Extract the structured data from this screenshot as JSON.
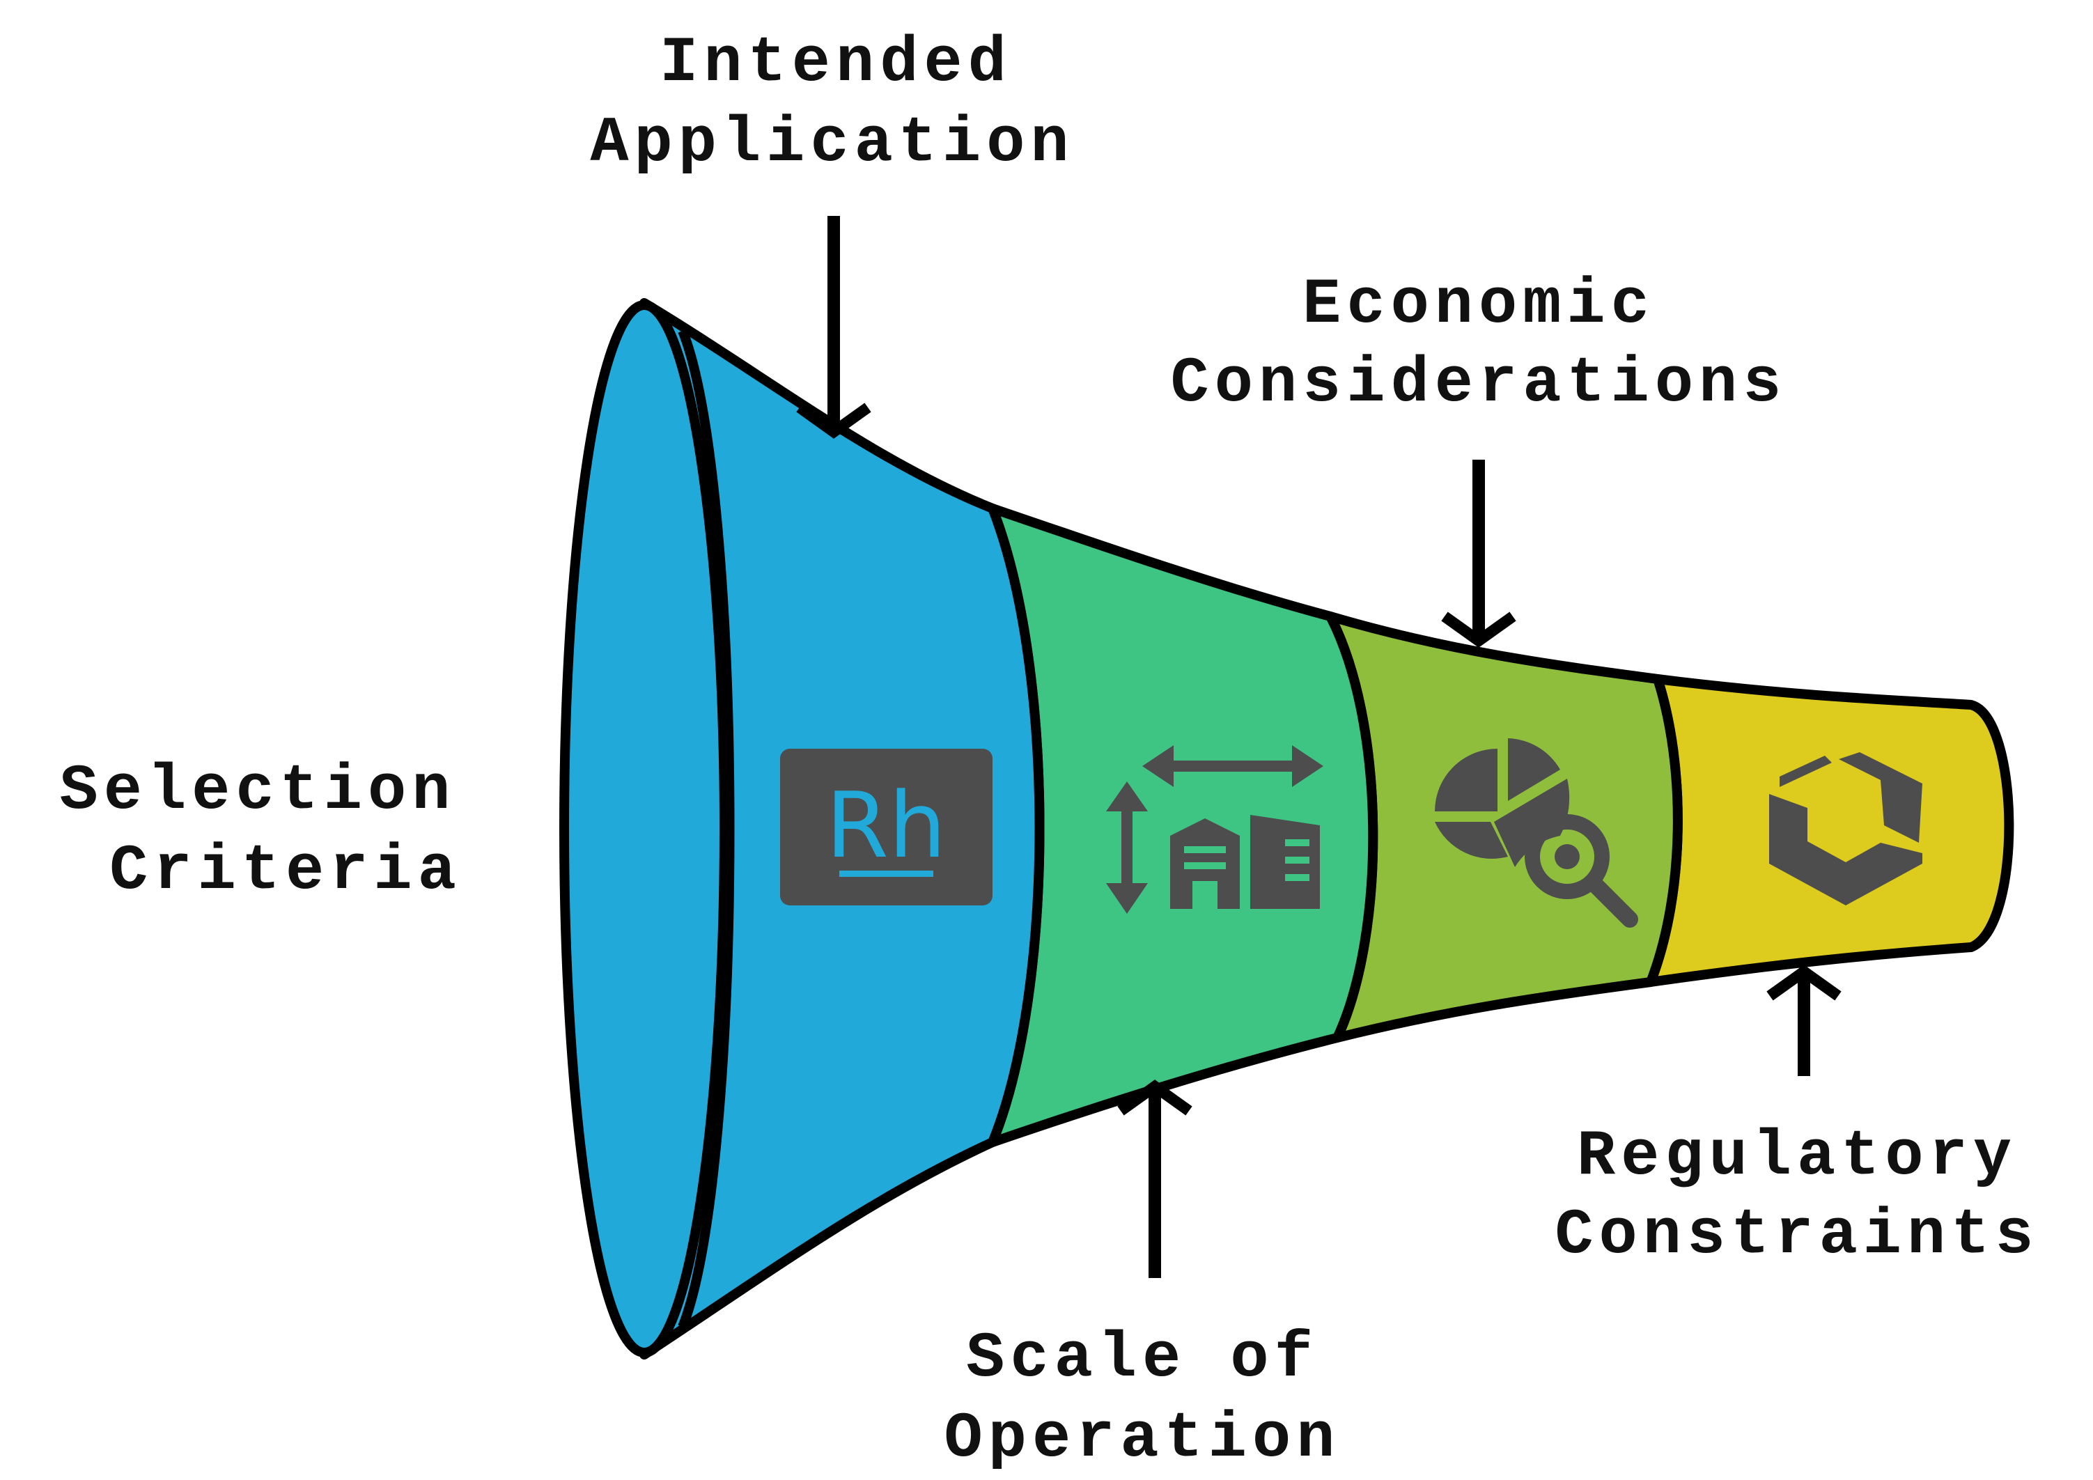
{
  "colors": {
    "seg_intended": "#21A9DA",
    "seg_scale": "#3EC483",
    "seg_economic": "#8FBE3C",
    "seg_regulatory": "#DDCB1D",
    "icon_fill": "#4D4D4D",
    "outline": "#000000"
  },
  "labels": {
    "selection": [
      "Selection",
      "Criteria"
    ],
    "intended": [
      "Intended",
      "Application"
    ],
    "economic": [
      "Economic",
      "Considerations"
    ],
    "scale": [
      "Scale of",
      "Operation"
    ],
    "regulatory": [
      "Regulatory",
      "Constraints"
    ]
  },
  "icons": {
    "intended": {
      "name": "rhodium-element-icon",
      "text": "Rh"
    },
    "scale": {
      "name": "plant-scale-icon"
    },
    "economic": {
      "name": "cost-analysis-icon"
    },
    "regulatory": {
      "name": "hexagon-compliance-icon"
    }
  }
}
